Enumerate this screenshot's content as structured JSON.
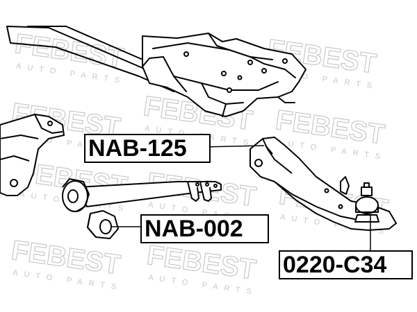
{
  "watermark": {
    "brand": "FEBEST",
    "tagline": "AUTO PARTS"
  },
  "labels": {
    "nab125": "NAB-125",
    "nab002": "NAB-002",
    "c34": "0220-C34"
  },
  "colors": {
    "line": "#000000",
    "watermark": "#c8c8c8",
    "background": "#ffffff"
  }
}
